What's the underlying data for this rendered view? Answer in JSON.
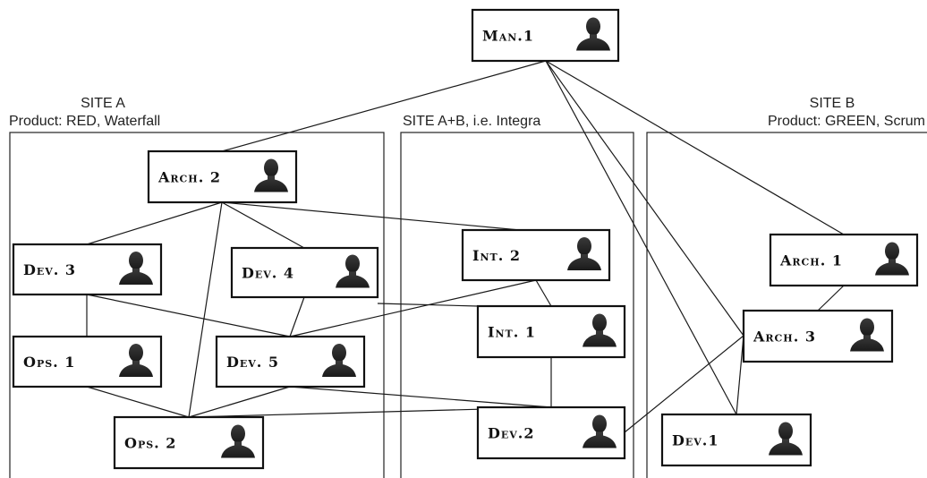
{
  "sites": [
    {
      "id": "site-a",
      "title": "SITE A",
      "subtitle": "Product: RED, Waterfall"
    },
    {
      "id": "site-ab",
      "title": "SITE A+B, i.e. Integra"
    },
    {
      "id": "site-b",
      "title": "SITE B",
      "subtitle": "Product: GREEN, Scrum"
    }
  ],
  "nodes": [
    {
      "id": "man1",
      "label": "Man.1"
    },
    {
      "id": "arch2",
      "label": "Arch. 2"
    },
    {
      "id": "dev3",
      "label": "Dev. 3"
    },
    {
      "id": "dev4",
      "label": "Dev. 4"
    },
    {
      "id": "ops1",
      "label": "Ops. 1"
    },
    {
      "id": "dev5",
      "label": "Dev. 5"
    },
    {
      "id": "ops2",
      "label": "Ops. 2"
    },
    {
      "id": "int2",
      "label": "Int. 2"
    },
    {
      "id": "int1",
      "label": "Int. 1"
    },
    {
      "id": "dev2",
      "label": "Dev.2"
    },
    {
      "id": "arch1",
      "label": "Arch. 1"
    },
    {
      "id": "arch3",
      "label": "Arch. 3"
    },
    {
      "id": "dev1",
      "label": "Dev.1"
    }
  ],
  "edges": [
    [
      "man1",
      "arch2"
    ],
    [
      "man1",
      "arch1"
    ],
    [
      "man1",
      "arch3"
    ],
    [
      "man1",
      "dev1"
    ],
    [
      "arch2",
      "dev3"
    ],
    [
      "arch2",
      "dev4"
    ],
    [
      "arch2",
      "ops2"
    ],
    [
      "arch2",
      "int2"
    ],
    [
      "dev3",
      "ops1"
    ],
    [
      "dev3",
      "dev5"
    ],
    [
      "dev4",
      "dev5"
    ],
    [
      "dev4",
      "int1"
    ],
    [
      "int2",
      "dev5"
    ],
    [
      "int2",
      "int1"
    ],
    [
      "int1",
      "dev2"
    ],
    [
      "ops1",
      "ops2"
    ],
    [
      "dev5",
      "ops2"
    ],
    [
      "dev5",
      "dev2"
    ],
    [
      "ops2",
      "dev2"
    ],
    [
      "arch1",
      "arch3"
    ],
    [
      "arch3",
      "dev2"
    ],
    [
      "arch3",
      "dev1"
    ]
  ]
}
